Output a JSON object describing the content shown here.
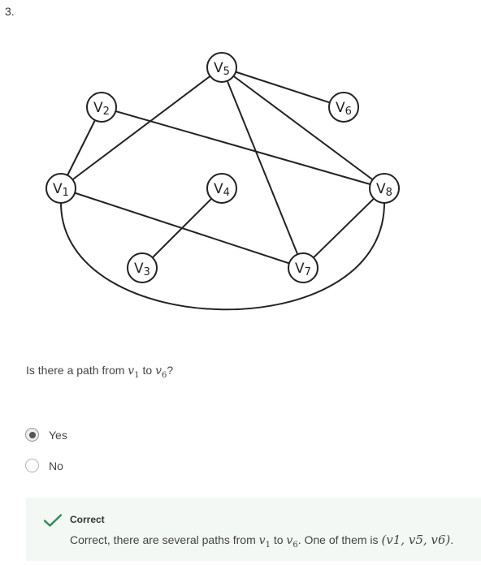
{
  "question_number": "3.",
  "graph": {
    "nodes": [
      {
        "id": "v1",
        "base": "V",
        "sub": "1"
      },
      {
        "id": "v2",
        "base": "V",
        "sub": "2"
      },
      {
        "id": "v3",
        "base": "V",
        "sub": "3"
      },
      {
        "id": "v4",
        "base": "V",
        "sub": "4"
      },
      {
        "id": "v5",
        "base": "V",
        "sub": "5"
      },
      {
        "id": "v6",
        "base": "V",
        "sub": "6"
      },
      {
        "id": "v7",
        "base": "V",
        "sub": "7"
      },
      {
        "id": "v8",
        "base": "V",
        "sub": "8"
      }
    ],
    "edges": [
      [
        "v1",
        "v2"
      ],
      [
        "v1",
        "v5"
      ],
      [
        "v1",
        "v7"
      ],
      [
        "v1",
        "v8"
      ],
      [
        "v2",
        "v8"
      ],
      [
        "v3",
        "v4"
      ],
      [
        "v5",
        "v6"
      ],
      [
        "v5",
        "v7"
      ],
      [
        "v5",
        "v8"
      ],
      [
        "v7",
        "v8"
      ]
    ]
  },
  "question": {
    "prefix": "Is there a path from ",
    "from_var": "v",
    "from_sub": "1",
    "middle": " to ",
    "to_var": "v",
    "to_sub": "6",
    "suffix": "?"
  },
  "options": [
    {
      "label": "Yes",
      "selected": true
    },
    {
      "label": "No",
      "selected": false
    }
  ],
  "feedback": {
    "title": "Correct",
    "text_prefix": "Correct, there are several paths from ",
    "text_middle": " to ",
    "text_one_of": ". One of them is ",
    "path": "(v1, v5, v6)",
    "text_suffix": ".",
    "accent_color": "#2e8b57"
  }
}
